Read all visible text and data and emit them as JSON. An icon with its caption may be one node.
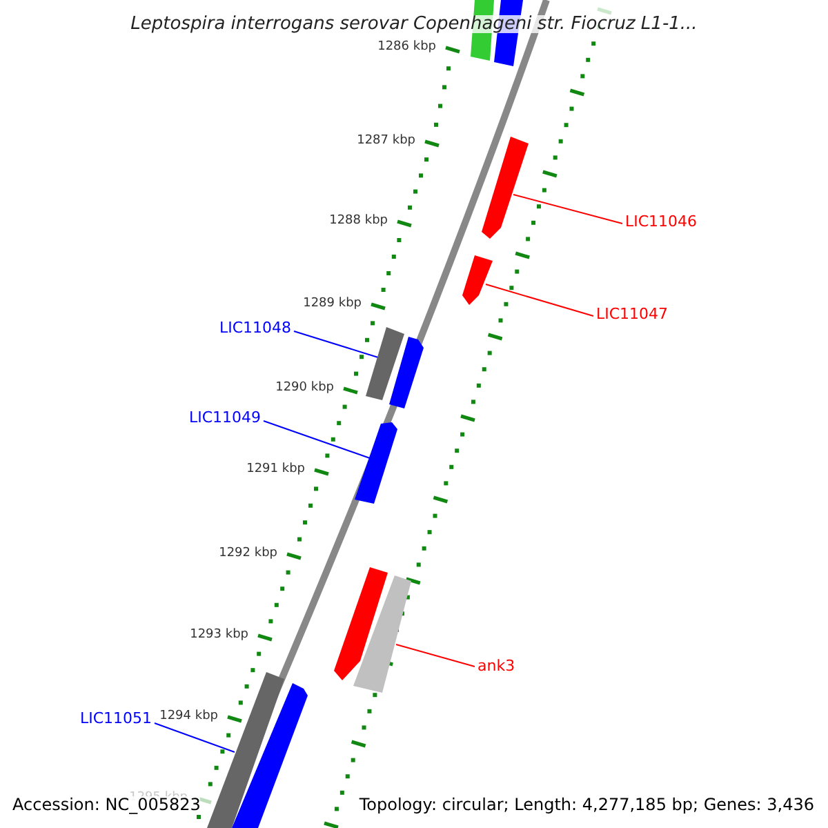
{
  "diagram": {
    "title": "Leptospira interrogans serovar Copenhageni str. Fiocruz L1-1...",
    "nodes": [
      {
        "text": [
          "LIC11046"
        ]
      },
      {
        "text": [],
        "shape": "bar"
      },
      {
        "text": [
          "LIC11047"
        ]
      },
      {
        "text": [],
        "shape": "bar"
      },
      {
        "text": [
          "LIC11048"
        ]
      },
      {
        "text": [],
        "shape": "bar"
      },
      {
        "text": [
          "LIC11049"
        ]
      },
      {
        "text": [],
        "shape": "bar"
      },
      {
        "text": [
          "ank3"
        ]
      },
      {
        "text": [],
        "shape": "bar"
      },
      {
        "text": [
          "LIC11051"
        ]
      },
      {
        "text": [],
        "shape": "bar"
      },
      {
        "text": [],
        "shape": "bar"
      },
      {
        "text": [],
        "shape": "bar"
      },
      {
        "text": [],
        "shape": "bar"
      },
      {
        "text": [],
        "shape": "bar"
      },
      {
        "text": [],
        "shape": "bar"
      }
    ],
    "edges": [
      {
        "from": 0,
        "to": 1,
        "arrow": "none",
        "color": "#ff0000"
      },
      {
        "from": 2,
        "to": 3,
        "arrow": "none",
        "color": "#ff0000"
      },
      {
        "from": 4,
        "to": 5,
        "arrow": "none",
        "color": "#0000ff"
      },
      {
        "from": 6,
        "to": 7,
        "arrow": "none",
        "color": "#0000ff"
      },
      {
        "from": 8,
        "to": 9,
        "arrow": "none",
        "color": "#ff0000"
      },
      {
        "from": 10,
        "to": 11,
        "arrow": "none",
        "color": "#0000ff"
      }
    ],
    "labels": [
      "1286 kbp",
      "1287 kbp",
      "1288 kbp",
      "1289 kbp",
      "1290 kbp",
      "1291 kbp",
      "1292 kbp",
      "1293 kbp",
      "1294 kbp",
      "1295 kbp",
      "Accession: NC_005823",
      "Topology: circular; Length: 4,277,185 bp; Genes: 3,436"
    ]
  }
}
